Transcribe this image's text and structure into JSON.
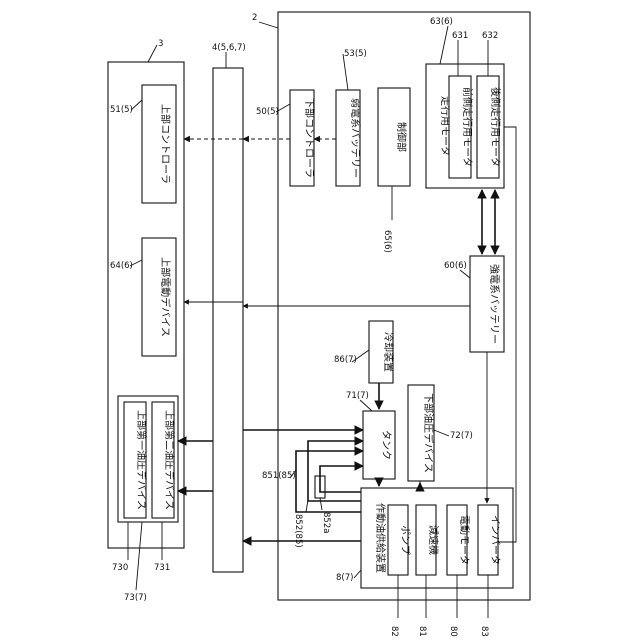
{
  "labels": {
    "upper_controller": "上部コントローラ",
    "upper_electric_device": "上部電動デバイス",
    "upper_first_hyd_device": "上部第一油圧デバイス",
    "upper_second_hyd_device": "上部第二油圧デバイス",
    "lower_controller": "下部コントローラ",
    "weak_battery": "弱電系バッテリー",
    "control_unit": "制御部",
    "travel_motor": "走行用モータ",
    "front_travel_motor": "前側走行用モータ",
    "rear_travel_motor": "後側走行用モータ",
    "strong_battery": "強電系バッテリー",
    "cooling_device": "冷却装置",
    "tank": "タンク",
    "lower_hyd_device": "下部油圧デバイス",
    "hydraulic_supply": "作動油供給装置",
    "pump": "ポンプ",
    "reducer": "減速機",
    "electric_motor": "電動モータ",
    "inverter": "インバータ"
  },
  "refs": {
    "r3": "3",
    "r2": "2",
    "r4": "4(5,6,7)",
    "r51": "51(5)",
    "r50": "50(5)",
    "r53": "53(5)",
    "r63": "63(6)",
    "r631": "631",
    "r632": "632",
    "r65": "65(6)",
    "r64": "64(6)",
    "r60": "60(6)",
    "r86": "86(7)",
    "r71": "71(7)",
    "r72": "72(7)",
    "r851": "851(85)",
    "r852": "852(85)",
    "r852a": "852a",
    "r8": "8(7)",
    "r730": "730",
    "r73": "73(7)",
    "r731": "731",
    "r82": "82",
    "r81": "81",
    "r80": "80",
    "r83": "83"
  }
}
